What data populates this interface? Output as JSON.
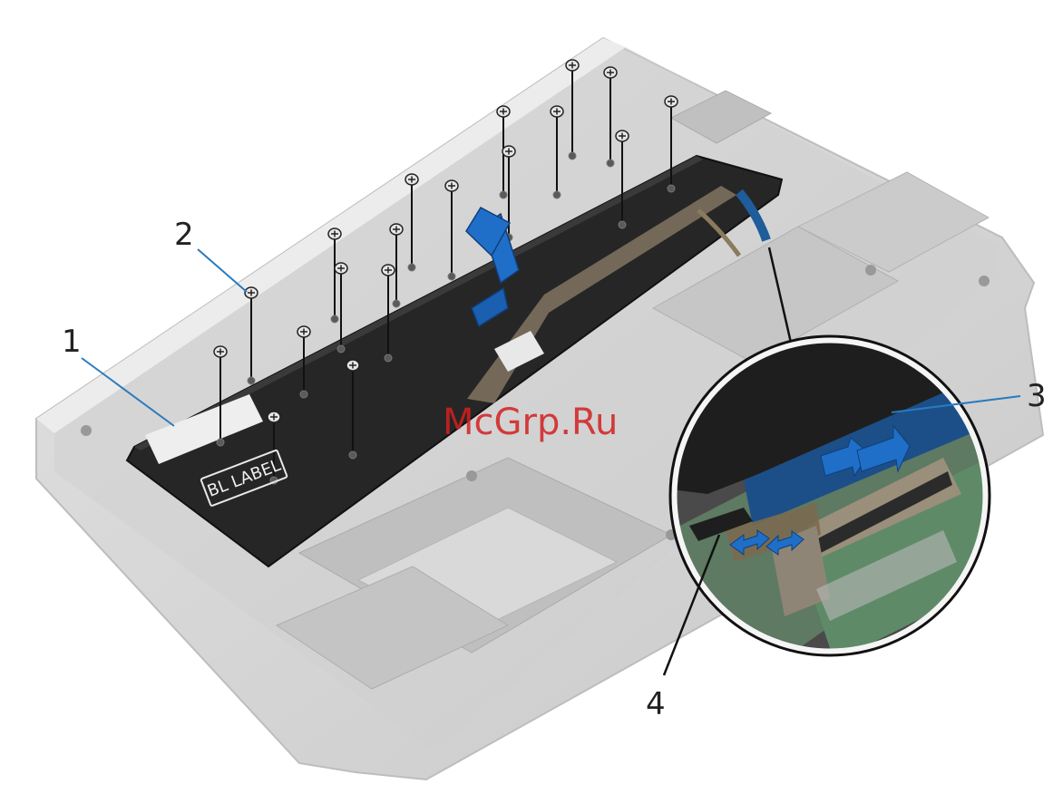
{
  "callouts": {
    "c1": "1",
    "c2": "2",
    "c3": "3",
    "c4": "4"
  },
  "watermark": "McGrp.Ru",
  "keyboard_label": "BL LABEL",
  "colors": {
    "arrow_blue": "#1f6fc9",
    "keyboard": "#262626",
    "chassis": "#d6d6d6",
    "cable_blue": "#1b4c82",
    "watermark": "#d32020"
  }
}
